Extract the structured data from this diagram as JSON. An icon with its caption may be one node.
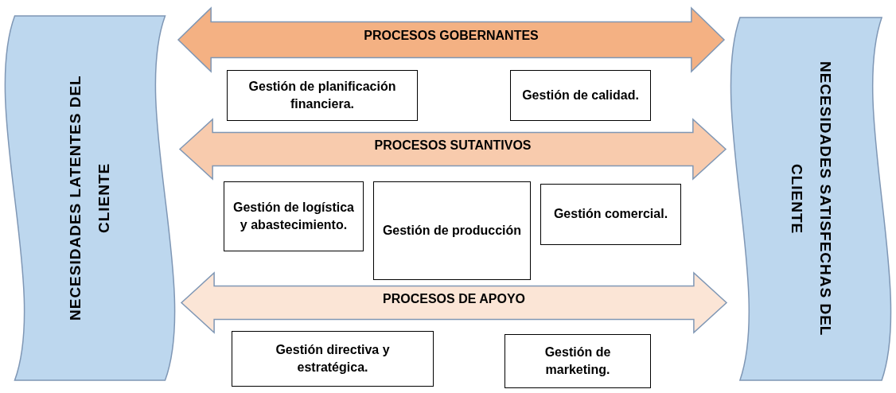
{
  "diagram": {
    "nodes": [
      {
        "text": [
          "NECESIDADES LATENTES DEL CLIENTE"
        ]
      },
      {
        "text": [
          "PROCESOS GOBERNANTES"
        ]
      },
      {
        "text": [
          "Gestión de planificación financiera."
        ]
      },
      {
        "text": [
          "Gestión de calidad."
        ]
      },
      {
        "text": [
          "PROCESOS SUTANTIVOS"
        ]
      },
      {
        "text": [
          "Gestión de logística y abastecimiento."
        ]
      },
      {
        "text": [
          "Gestión de producción"
        ]
      },
      {
        "text": [
          "Gestión comercial."
        ]
      },
      {
        "text": [
          "PROCESOS DE APOYO"
        ]
      },
      {
        "text": [
          "Gestión directiva y estratégica."
        ]
      },
      {
        "text": [
          "Gestión de marketing."
        ]
      },
      {
        "text": [
          "NECESIDADES SATISFECHAS DEL CLIENTE"
        ]
      }
    ]
  }
}
